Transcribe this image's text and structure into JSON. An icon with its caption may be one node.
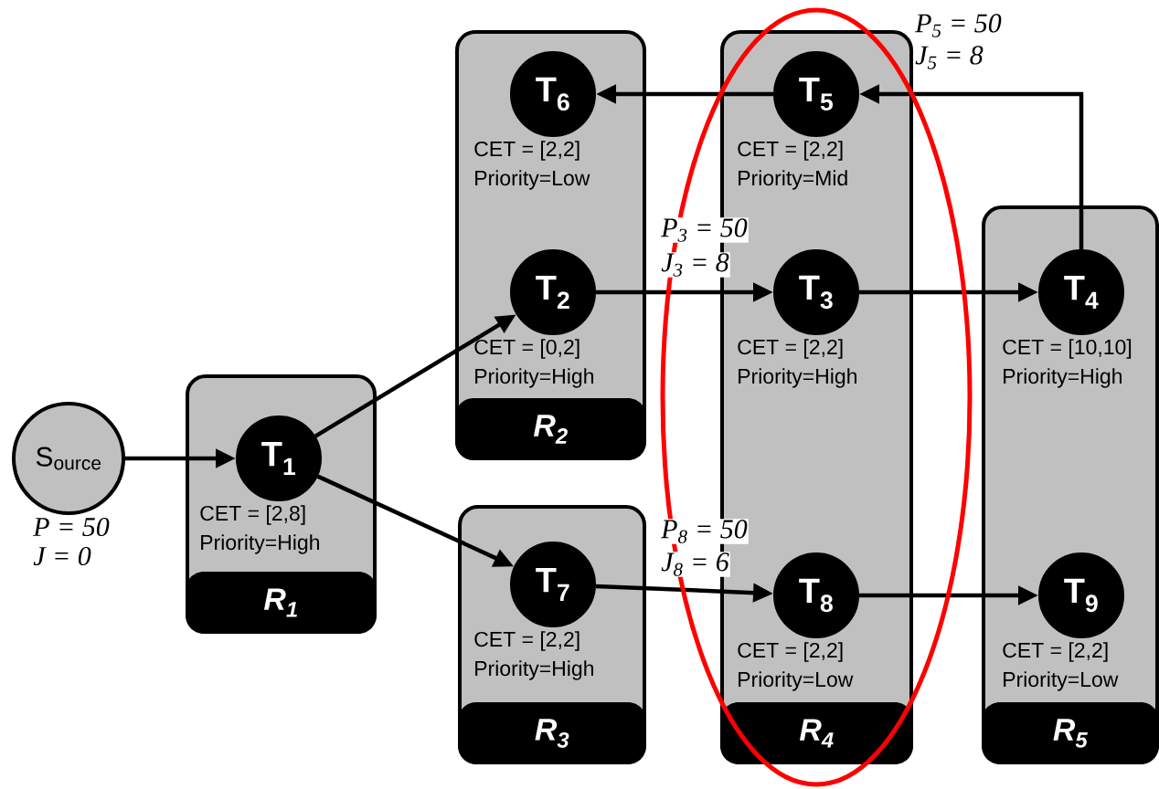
{
  "diagram": {
    "nodes": [
      {
        "text": [
          "S$_{ource}$"
        ],
        "beside": [
          "P = 50",
          "J = 0"
        ]
      },
      {
        "text": [
          "R$_{1}$"
        ]
      },
      {
        "text": [
          "T$_{1}$"
        ],
        "in": 1,
        "beside": [
          "CET = [2,8]",
          "Priority=High"
        ]
      },
      {
        "text": [
          "R$_{2}$"
        ]
      },
      {
        "text": [
          "T$_{6}$"
        ],
        "in": 3,
        "beside": [
          "CET = [2,2]",
          "Priority=Low"
        ]
      },
      {
        "text": [
          "T$_{2}$"
        ],
        "in": 3,
        "beside": [
          "CET = [0,2]",
          "Priority=High"
        ]
      },
      {
        "text": [
          "R$_{3}$"
        ]
      },
      {
        "text": [
          "T$_{7}$"
        ],
        "in": 6,
        "beside": [
          "CET = [2,2]",
          "Priority=High"
        ]
      },
      {
        "text": [
          "R$_{4}$"
        ]
      },
      {
        "text": [
          "T$_{5}$"
        ],
        "in": 8,
        "beside": [
          "CET = [2,2]",
          "Priority=Mid",
          "P$_{5}$ = 50",
          "J$_{5}$ = 8"
        ]
      },
      {
        "text": [
          "T$_{3}$"
        ],
        "in": 8,
        "beside": [
          "CET = [2,2]",
          "Priority=High",
          "P$_{3}$ = 50",
          "J$_{3}$ = 8"
        ]
      },
      {
        "text": [
          "T$_{8}$"
        ],
        "in": 8,
        "beside": [
          "CET = [2,2]",
          "Priority=Low",
          "P$_{8}$ = 50",
          "J$_{8}$ = 6"
        ]
      },
      {
        "text": [
          "R$_{5}$"
        ]
      },
      {
        "text": [
          "T$_{4}$"
        ],
        "in": 12,
        "beside": [
          "CET = [10,10]",
          "Priority=High"
        ]
      },
      {
        "text": [
          "T$_{9}$"
        ],
        "in": 12,
        "beside": [
          "CET = [2,2]",
          "Priority=Low"
        ]
      }
    ],
    "edges": [
      {
        "from": 0,
        "to": 2,
        "arrow": "to"
      },
      {
        "from": 2,
        "to": 5,
        "arrow": "to"
      },
      {
        "from": 2,
        "to": 7,
        "arrow": "to"
      },
      {
        "from": 5,
        "to": 10,
        "arrow": "to"
      },
      {
        "from": 10,
        "to": 13,
        "arrow": "to"
      },
      {
        "from": 13,
        "to": 9,
        "arrow": "to"
      },
      {
        "from": 9,
        "to": 4,
        "arrow": "to"
      },
      {
        "from": 7,
        "to": 11,
        "arrow": "to"
      },
      {
        "from": 11,
        "to": 14,
        "arrow": "to"
      }
    ]
  }
}
